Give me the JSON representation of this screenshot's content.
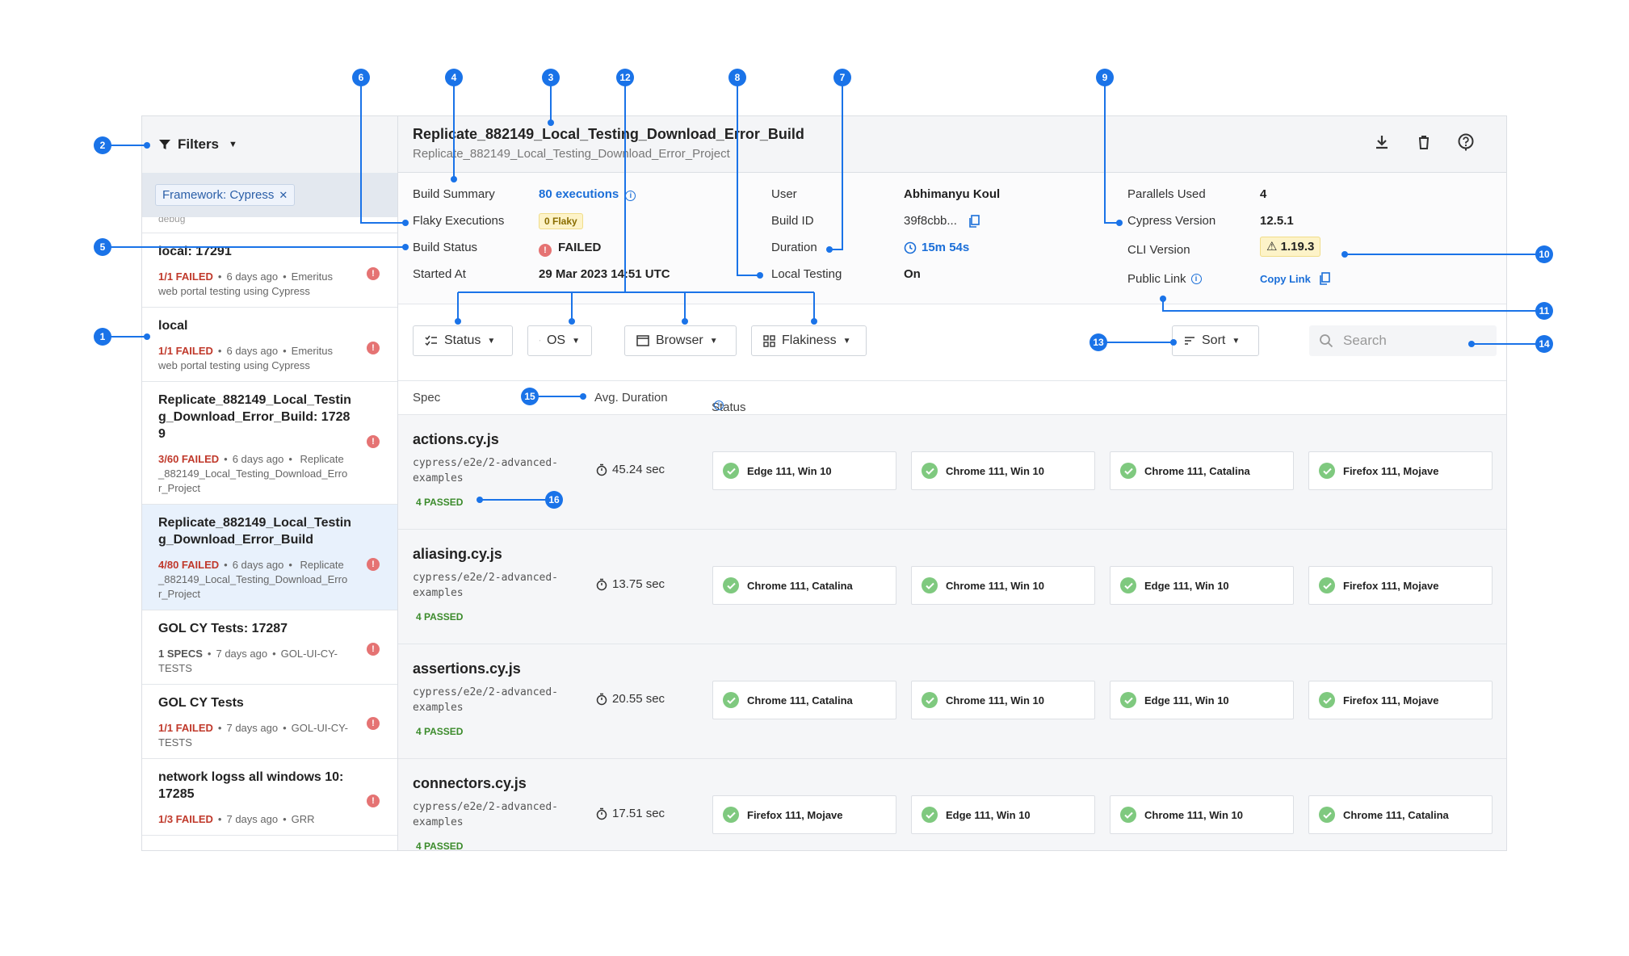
{
  "sidebar": {
    "filters_label": "Filters",
    "chip": "Framework: Cypress",
    "clipped_label": "debug",
    "builds": [
      {
        "title": "local: 17291",
        "status": "1/1 FAILED",
        "age": "6 days ago",
        "owner": "Emeritus",
        "project": "web portal testing using Cypress"
      },
      {
        "title": "local",
        "status": "1/1 FAILED",
        "age": "6 days ago",
        "owner": "Emeritus",
        "project": "web portal testing using Cypress"
      },
      {
        "title": "Replicate_882149_Local_Testing_Download_Error_Build: 17289",
        "status": "3/60 FAILED",
        "age": "6 days ago",
        "owner": "",
        "project": "Replicate_882149_Local_Testing_Download_Error_Project"
      },
      {
        "title": "Replicate_882149_Local_Testing_Download_Error_Build",
        "status": "4/80 FAILED",
        "age": "6 days ago",
        "owner": "",
        "project": "Replicate_882149_Local_Testing_Download_Error_Project"
      },
      {
        "title": "GOL CY Tests: 17287",
        "status": "1 SPECS",
        "age": "7 days ago",
        "owner": "GOL-UI-CY-TESTS",
        "project": ""
      },
      {
        "title": "GOL CY Tests",
        "status": "1/1 FAILED",
        "age": "7 days ago",
        "owner": "GOL-UI-CY-TESTS",
        "project": ""
      },
      {
        "title": "network logss all windows 10: 17285",
        "status": "1/3 FAILED",
        "age": "7 days ago",
        "owner": "GRR",
        "project": ""
      }
    ]
  },
  "header": {
    "title": "Replicate_882149_Local_Testing_Download_Error_Build",
    "subtitle": "Replicate_882149_Local_Testing_Download_Error_Project"
  },
  "summary": {
    "build_summary_label": "Build Summary",
    "build_summary_value": "80 executions",
    "flaky_label": "Flaky Executions",
    "flaky_value": "0 Flaky",
    "status_label": "Build Status",
    "status_value": "FAILED",
    "started_label": "Started At",
    "started_value": "29 Mar 2023 14:51 UTC",
    "user_label": "User",
    "user_value": "Abhimanyu Koul",
    "build_id_label": "Build ID",
    "build_id_value": "39f8cbb...",
    "duration_label": "Duration",
    "duration_value": "15m 54s",
    "local_label": "Local Testing",
    "local_value": "On",
    "parallels_label": "Parallels Used",
    "parallels_value": "4",
    "cypress_label": "Cypress Version",
    "cypress_value": "12.5.1",
    "cli_label": "CLI Version",
    "cli_value": "1.19.3",
    "public_label": "Public Link",
    "public_value": "Copy Link"
  },
  "toolbar": {
    "status": "Status",
    "os": "OS",
    "browser": "Browser",
    "flakiness": "Flakiness",
    "sort": "Sort",
    "search_placeholder": "Search"
  },
  "columns": {
    "spec": "Spec",
    "duration": "Avg. Duration",
    "status": "Status"
  },
  "specs": [
    {
      "name": "actions.cy.js",
      "path": "cypress/e2e/2-advanced-examples",
      "passed": "4 PASSED",
      "duration": "45.24 sec",
      "envs": [
        "Edge 111, Win 10",
        "Chrome 111, Win 10",
        "Chrome 111, Catalina",
        "Firefox 111, Mojave"
      ]
    },
    {
      "name": "aliasing.cy.js",
      "path": "cypress/e2e/2-advanced-examples",
      "passed": "4 PASSED",
      "duration": "13.75 sec",
      "envs": [
        "Chrome 111, Catalina",
        "Chrome 111, Win 10",
        "Edge 111, Win 10",
        "Firefox 111, Mojave"
      ]
    },
    {
      "name": "assertions.cy.js",
      "path": "cypress/e2e/2-advanced-examples",
      "passed": "4 PASSED",
      "duration": "20.55 sec",
      "envs": [
        "Chrome 111, Catalina",
        "Chrome 111, Win 10",
        "Edge 111, Win 10",
        "Firefox 111, Mojave"
      ]
    },
    {
      "name": "connectors.cy.js",
      "path": "cypress/e2e/2-advanced-examples",
      "passed": "4 PASSED",
      "duration": "17.51 sec",
      "envs": [
        "Firefox 111, Mojave",
        "Edge 111, Win 10",
        "Chrome 111, Win 10",
        "Chrome 111, Catalina"
      ]
    }
  ],
  "callouts": [
    "1",
    "2",
    "3",
    "4",
    "5",
    "6",
    "7",
    "8",
    "9",
    "10",
    "11",
    "12",
    "13",
    "14",
    "15",
    "16"
  ],
  "colors": {
    "accent": "#1a73e8",
    "failed": "#c0392b",
    "passed": "#3b8b2b",
    "check": "#7fc97f"
  }
}
